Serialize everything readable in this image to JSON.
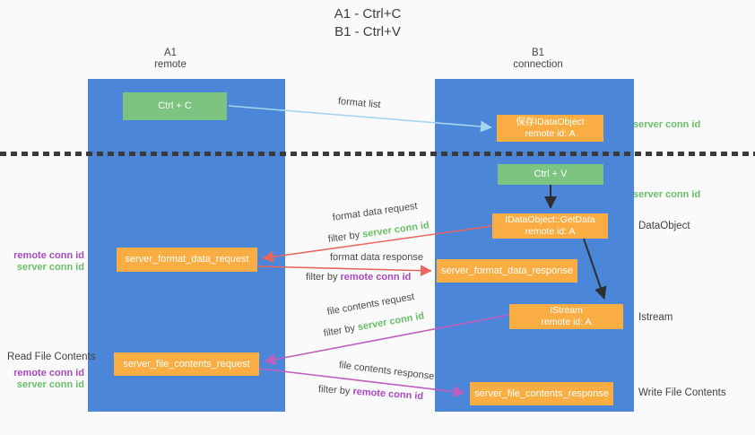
{
  "colors": {
    "lane_blue": "#4c86d8",
    "node_green": "#7cc47f",
    "node_orange": "#f9ad42",
    "arrow_red": "#e8665e",
    "arrow_magenta": "#c05ec0",
    "arrow_lightblue": "#a5d5f0",
    "arrow_black": "#2f2f2f",
    "label_green": "#6abf69",
    "label_purple": "#a94ac0",
    "background": "#fafafa"
  },
  "title": {
    "line1": "A1 - Ctrl+C",
    "line2": "B1 - Ctrl+V"
  },
  "lanes": {
    "left": {
      "name": "A1",
      "role": "remote"
    },
    "right": {
      "name": "B1",
      "role": "connection"
    }
  },
  "nodes": {
    "ctrl_c": {
      "label": "Ctrl + C"
    },
    "ctrl_v": {
      "label": "Ctrl + V"
    },
    "save_dataobject": {
      "line1": "保存IDataObject",
      "line2": "remote id: A"
    },
    "getdata": {
      "line1": "IDataObject::GetData",
      "line2": "remote id: A"
    },
    "istream": {
      "line1": "IStream",
      "line2": "remote id: A"
    },
    "server_format_data_request": {
      "label": "server_format_data_request"
    },
    "server_format_data_response": {
      "label": "server_format_data_response"
    },
    "server_file_contents_request": {
      "label": "server_file_contents_request"
    },
    "server_file_contents_response": {
      "label": "server_file_contents_response"
    }
  },
  "edge_labels": {
    "format_list": "format list",
    "format_data_request": "format data request",
    "format_data_response": "format data response",
    "file_contents_request": "file contents request",
    "file_contents_response": "file contents response",
    "filter_by": "filter by",
    "server_conn_id": "server conn id",
    "remote_conn_id": "remote conn id"
  },
  "side_labels": {
    "right_server_conn_top": "server conn id",
    "right_server_conn_mid": "server conn id",
    "dataobject": "DataObject",
    "istream": "Istream",
    "write_file_contents": "Write File Contents",
    "read_file_contents": "Read File Contents",
    "left_remote_conn_mid": "remote conn id",
    "left_server_conn_mid": "server conn id",
    "left_remote_conn_bottom": "remote conn id",
    "left_server_conn_bottom": "server conn id"
  }
}
